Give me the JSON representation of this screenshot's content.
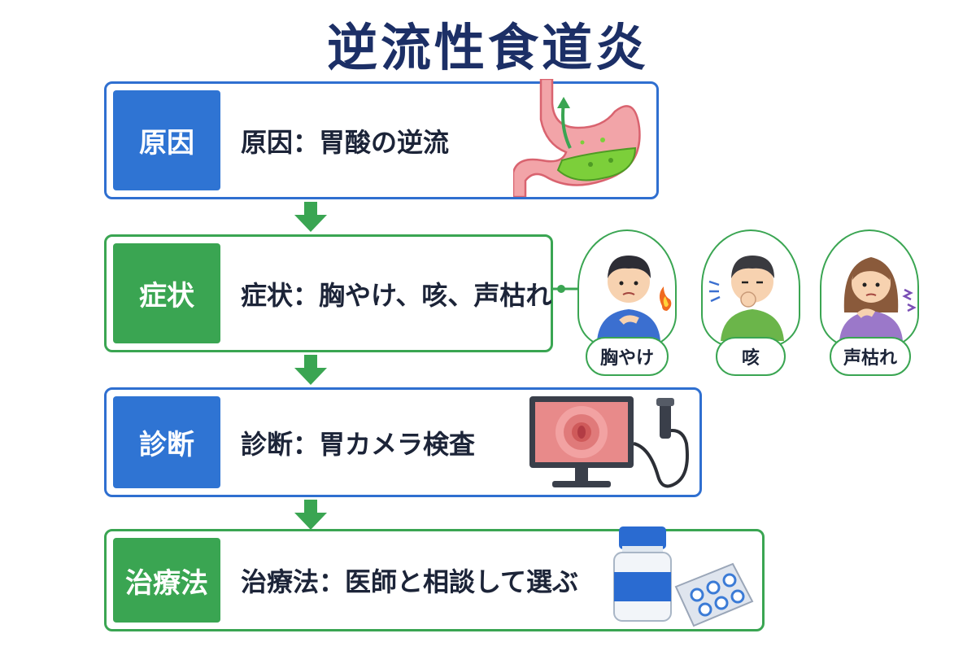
{
  "title": "逆流性食道炎",
  "steps": [
    {
      "badge": "原因",
      "text": "原因：胃酸の逆流",
      "color": "#2f74d3"
    },
    {
      "badge": "症状",
      "text": "症状：胸やけ、咳、声枯れ",
      "color": "#3aa552"
    },
    {
      "badge": "診断",
      "text": "診断：胃カメラ検査",
      "color": "#2f74d3"
    },
    {
      "badge": "治療法",
      "text": "治療法：医師と相談して選ぶ",
      "color": "#3aa552"
    }
  ],
  "symptoms": [
    {
      "label": "胸やけ",
      "icon": "heartburn-person-icon"
    },
    {
      "label": "咳",
      "icon": "coughing-person-icon"
    },
    {
      "label": "声枯れ",
      "icon": "hoarse-voice-person-icon"
    }
  ],
  "illustrations": [
    "stomach-icon",
    "endoscope-monitor-icon",
    "medicine-bottle-icon",
    "pill-blister-icon"
  ],
  "colors": {
    "title": "#1c2f66",
    "blue": "#2f74d3",
    "green": "#3aa552"
  }
}
